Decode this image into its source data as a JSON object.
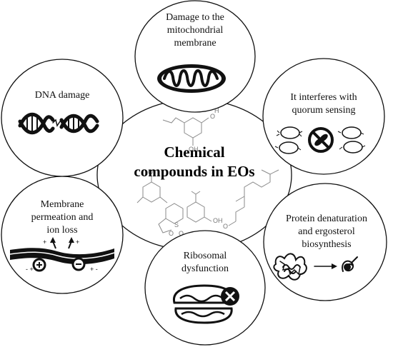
{
  "center": {
    "line1": "Chemical",
    "line2": "compounds in EOs"
  },
  "nodes": {
    "mitochondria": {
      "line1": "Damage to the",
      "line2": "mitochondrial",
      "line3": "membrane",
      "icon": "mitochondrion-icon"
    },
    "quorum": {
      "line1": "It interferes with",
      "line2": "quorum sensing",
      "icon": "quorum-sensing-inhibition-icon"
    },
    "protein": {
      "line1": "Protein denaturation",
      "line2": "and ergosterol",
      "line3": "biosynthesis",
      "icon": "protein-denaturation-icon"
    },
    "ribosome": {
      "line1": "Ribosomal",
      "line2": "dysfunction",
      "icon": "ribosome-blocked-icon"
    },
    "membrane": {
      "line1": "Membrane",
      "line2": "permeation and",
      "line3": "ion loss",
      "icon": "membrane-ion-loss-icon"
    },
    "dna": {
      "line1": "DNA damage",
      "icon": "broken-dna-icon"
    }
  }
}
